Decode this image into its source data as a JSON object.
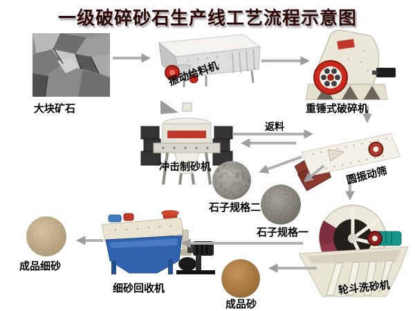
{
  "title": "一级破碎砂石生产线工艺流程示意图",
  "labels": {
    "raw_ore": "大块矿石",
    "feeder": "振动给料机",
    "crusher": "重锤式破碎机",
    "sand_maker": "冲击制砂机",
    "return_material": "返料",
    "screen": "圆振动筛",
    "stone_spec_2": "石子规格二",
    "stone_spec_1": "石子规格一",
    "washer": "轮斗洗砂机",
    "sand": "成品砂",
    "recycler": "细砂回收机",
    "fine_sand": "成品细砂"
  },
  "connections": [
    {
      "from": "大块矿石",
      "to": "振动给料机"
    },
    {
      "from": "振动给料机",
      "to": "重锤式破碎机"
    },
    {
      "from": "重锤式破碎机",
      "to": "圆振动筛"
    },
    {
      "from": "冲击制砂机",
      "to": "圆振动筛",
      "label": "返料"
    },
    {
      "from": "圆振动筛",
      "to": "冲击制砂机"
    },
    {
      "from": "圆振动筛",
      "to": "石子规格二"
    },
    {
      "from": "圆振动筛",
      "to": "石子规格一"
    },
    {
      "from": "圆振动筛",
      "to": "轮斗洗砂机"
    },
    {
      "from": "轮斗洗砂机",
      "to": "成品砂"
    },
    {
      "from": "轮斗洗砂机",
      "to": "细砂回收机"
    },
    {
      "from": "细砂回收机",
      "to": "成品细砂"
    }
  ],
  "palette": {
    "title_text": "#2b0404",
    "label_text": "#000000",
    "arrow_gray": "#ababab",
    "machine_red": "#c2271b",
    "machine_maroon": "#8c3a30",
    "machine_cream": "#ece8da",
    "machine_blue": "#2f63ae",
    "machine_teal": "#17968a",
    "stone_gray": "#8f8b85",
    "sand_brown": "#b07a45",
    "fine_sand_tan": "#cbb593"
  }
}
